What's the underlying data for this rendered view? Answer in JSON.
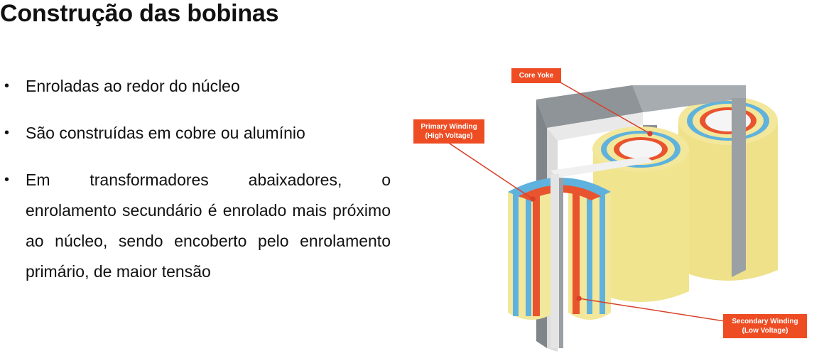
{
  "slide": {
    "title": "Construção das bobinas",
    "bullets": [
      "Enroladas ao redor do núcleo",
      "São construídas em cobre ou alumínio",
      "Em transformadores abaixadores, o enrolamento secundário é enrolado mais próximo ao núcleo, sendo encoberto pelo enrolamento primário, de maior tensão"
    ],
    "bullet3_first_line": "Em transformadores abaixadores, o",
    "bullet3_rest": "enrolamento secundário é enrolado mais próximo ao núcleo, sendo encoberto pelo enrolamento primário, de maior tensão"
  },
  "figure": {
    "labels": {
      "core_yoke": "Core Yoke",
      "primary_line1": "Primary Winding",
      "primary_line2": "(High Voltage)",
      "secondary_line1": "Secondary Winding",
      "secondary_line2": "(Low Voltage)"
    },
    "colors": {
      "tag": "#ee4d24",
      "core": "#9aa0a4",
      "core_light": "#e6e6e6",
      "outer_winding": "#f2e79a",
      "blue_layer": "#5fb2dd",
      "inner_winding": "#e8542e",
      "leader_line": "#d8402a"
    }
  }
}
